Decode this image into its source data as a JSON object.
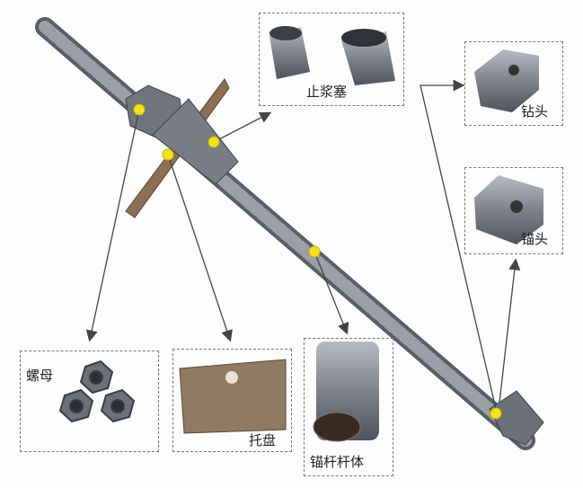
{
  "labels": {
    "grout_stopper": "止浆塞",
    "drill_bit": "钻头",
    "anchor_head": "锚头",
    "nut": "螺母",
    "plate": "托盘",
    "rod_body": "锚杆杆体"
  },
  "colors": {
    "marker": "#f5e11a",
    "steel": "#8a8f95",
    "plate": "#8a6f55",
    "arrow": "#444444"
  }
}
